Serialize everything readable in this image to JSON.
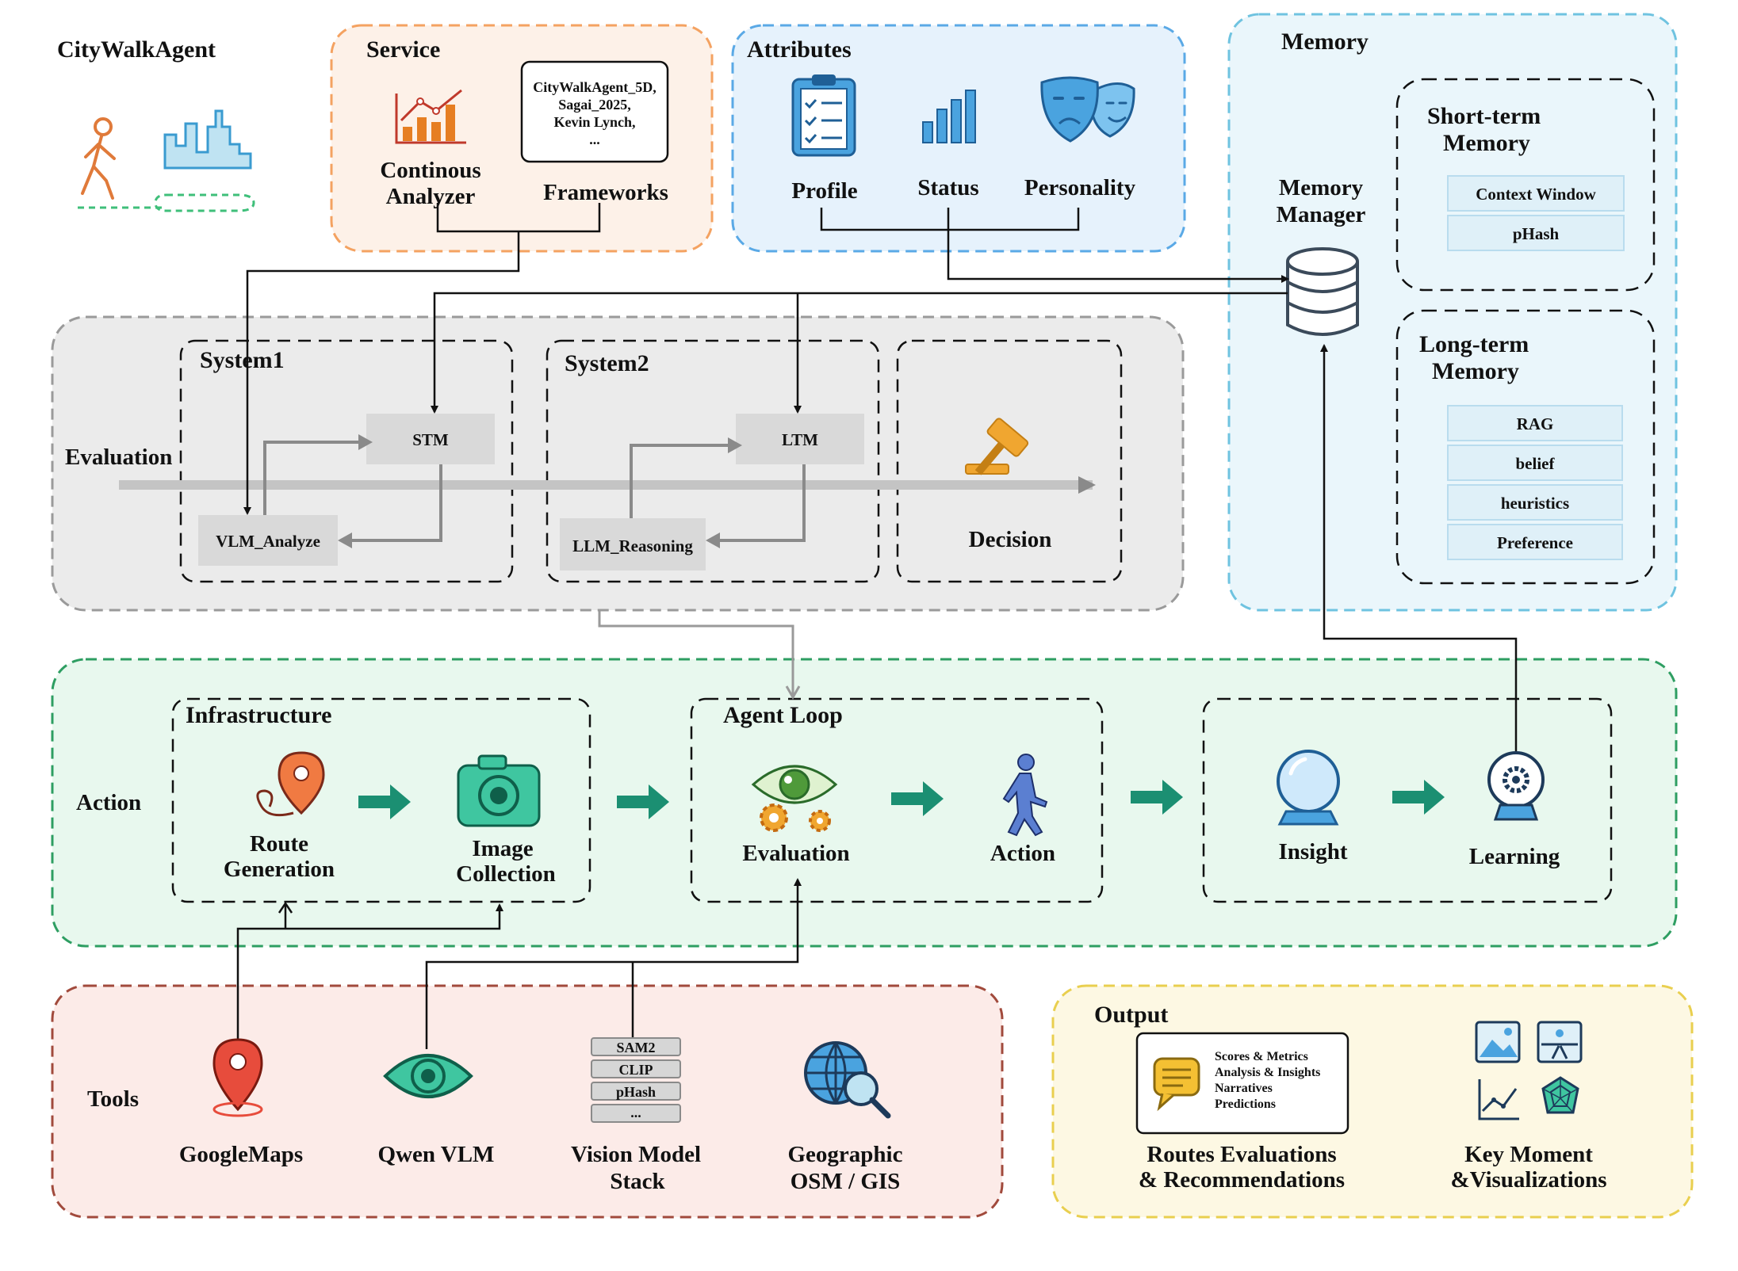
{
  "title": "CityWalkAgent",
  "service": {
    "title": "Service",
    "analyzer": [
      "Continous",
      "Analyzer"
    ],
    "frameworks_label": "Frameworks",
    "frameworks_note": [
      "CityWalkAgent_5D,",
      "Sagai_2025,",
      "Kevin Lynch,",
      "..."
    ]
  },
  "attributes": {
    "title": "Attributes",
    "items": [
      "Profile",
      "Status",
      "Personality"
    ]
  },
  "memory": {
    "title": "Memory",
    "manager": [
      "Memory",
      "Manager"
    ],
    "short_term": {
      "title": [
        "Short-term",
        "Memory"
      ],
      "items": [
        "Context Window",
        "pHash"
      ]
    },
    "long_term": {
      "title": [
        "Long-term",
        "Memory"
      ],
      "items": [
        "RAG",
        "belief",
        "heuristics",
        "Preference"
      ]
    }
  },
  "evaluation": {
    "label": "Evaluation",
    "system1": {
      "title": "System1",
      "stm": "STM",
      "analyze": "VLM_Analyze"
    },
    "system2": {
      "title": "System2",
      "ltm": "LTM",
      "reasoning": "LLM_Reasoning"
    },
    "decision": "Decision"
  },
  "action": {
    "label": "Action",
    "infrastructure": {
      "title": "Infrastructure",
      "route": [
        "Route",
        "Generation"
      ],
      "image": [
        "Image",
        "Collection"
      ]
    },
    "agent_loop": {
      "title": "Agent Loop",
      "evaluation": "Evaluation",
      "action": "Action"
    },
    "insight": "Insight",
    "learning": "Learning"
  },
  "tools": {
    "label": "Tools",
    "googlemaps": "GoogleMaps",
    "qwen": "Qwen VLM",
    "vision": {
      "title": [
        "Vision Model",
        "Stack"
      ],
      "stack": [
        "SAM2",
        "CLIP",
        "pHash",
        "..."
      ]
    },
    "geo": [
      "Geographic",
      "OSM / GIS"
    ]
  },
  "output": {
    "title": "Output",
    "card_lines": [
      "Scores & Metrics",
      "Analysis & Insights",
      "Narratives",
      "Predictions"
    ],
    "routes": [
      "Routes Evaluations",
      "& Recommendations"
    ],
    "key": [
      "Key Moment",
      "&Visualizations"
    ]
  },
  "colors": {
    "service_border": "#f4a261",
    "service_bg": "#fdf1e8",
    "attributes_border": "#5aa9e6",
    "attributes_bg": "#e6f2fc",
    "memory_border": "#6fc3e0",
    "memory_bg": "#eaf6fb",
    "eval_border": "#9a9a9a",
    "eval_bg": "#ebebeb",
    "action_border": "#2e9e62",
    "action_bg": "#e8f8ee",
    "tools_border": "#a14a3c",
    "tools_bg": "#fcebe8",
    "output_border": "#e9cf4f",
    "output_bg": "#fdf8e3",
    "teal_arrow": "#1b8f72"
  }
}
